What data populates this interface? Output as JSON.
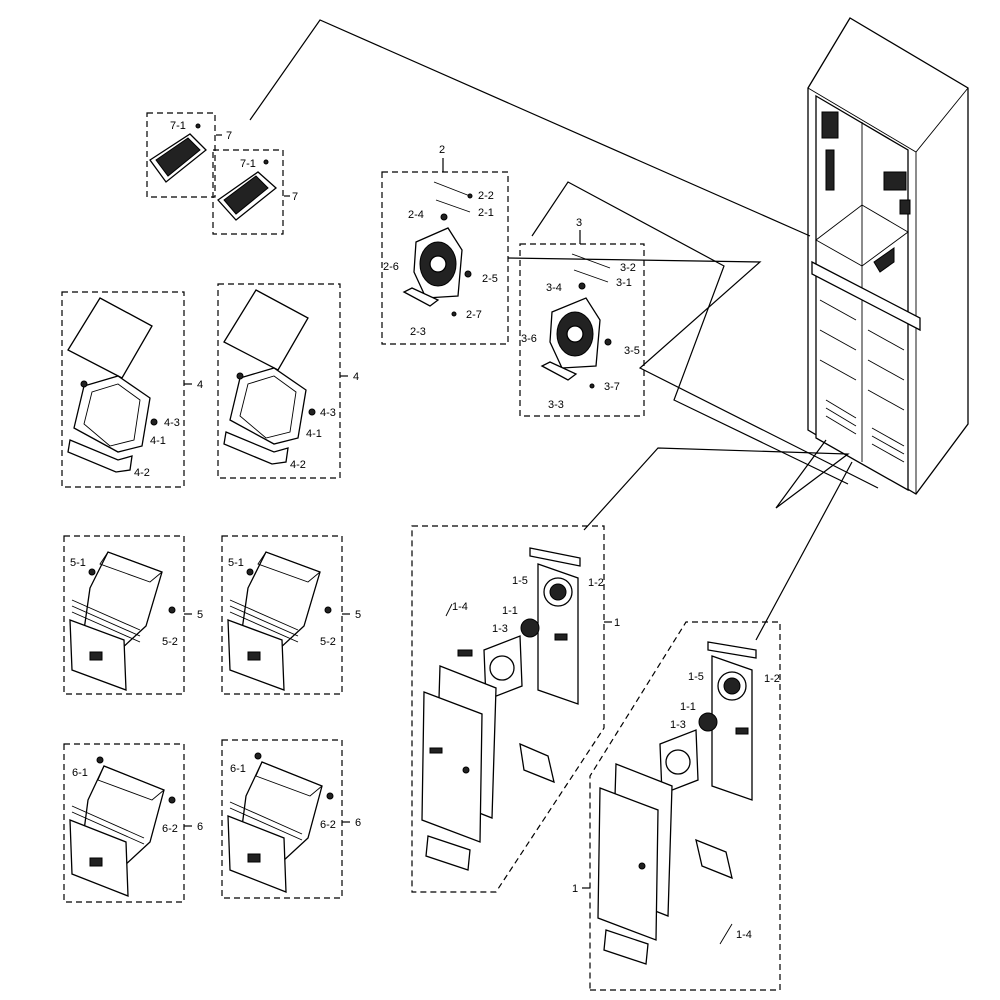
{
  "groups": {
    "g1": {
      "main": "1",
      "labels": {
        "l12": "1-2",
        "l15": "1-5",
        "l11": "1-1",
        "l13": "1-3",
        "l14": "1-4"
      }
    },
    "g1b": {
      "main": "1",
      "labels": {
        "l12": "1-2",
        "l15": "1-5",
        "l11": "1-1",
        "l13": "1-3",
        "l14": "1-4"
      }
    },
    "g2": {
      "main": "2",
      "labels": {
        "l22": "2-2",
        "l21": "2-1",
        "l24": "2-4",
        "l26": "2-6",
        "l25": "2-5",
        "l27": "2-7",
        "l23": "2-3"
      }
    },
    "g3": {
      "main": "3",
      "labels": {
        "l32": "3-2",
        "l34": "3-4",
        "l31": "3-1",
        "l36": "3-6",
        "l35": "3-5",
        "l37": "3-7",
        "l33": "3-3"
      }
    },
    "g4a": {
      "main": "4",
      "labels": {
        "l43": "4-3",
        "l41": "4-1",
        "l42": "4-2"
      }
    },
    "g4b": {
      "main": "4",
      "labels": {
        "l43": "4-3",
        "l41": "4-1",
        "l42": "4-2"
      }
    },
    "g5a": {
      "main": "5",
      "labels": {
        "l51": "5-1",
        "l52": "5-2"
      }
    },
    "g5b": {
      "main": "5",
      "labels": {
        "l51": "5-1",
        "l52": "5-2"
      }
    },
    "g6a": {
      "main": "6",
      "labels": {
        "l61": "6-1",
        "l62": "6-2"
      }
    },
    "g6b": {
      "main": "6",
      "labels": {
        "l61": "6-1",
        "l62": "6-2"
      }
    },
    "g7a": {
      "main": "7",
      "labels": {
        "l71": "7-1"
      }
    },
    "g7b": {
      "main": "7",
      "labels": {
        "l71": "7-1"
      }
    }
  }
}
